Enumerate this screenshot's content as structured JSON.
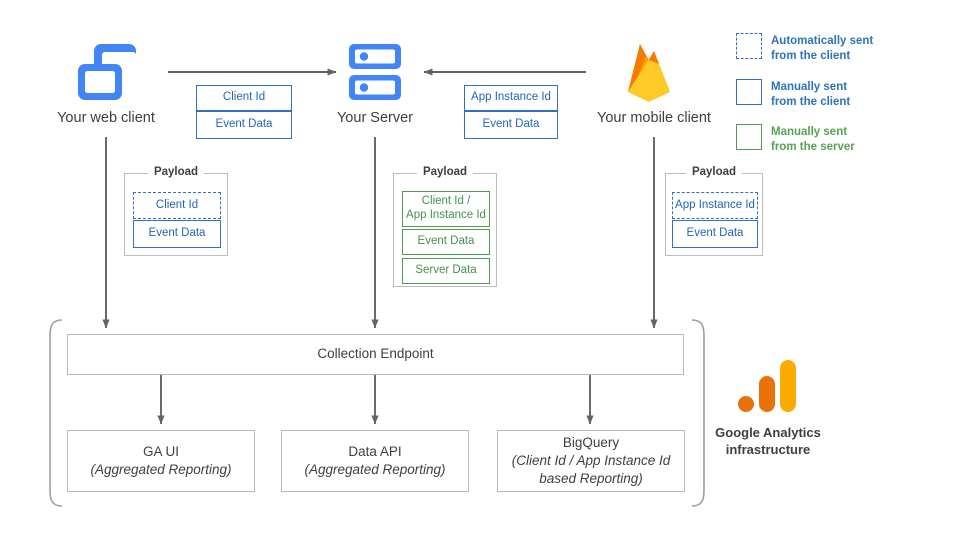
{
  "nodes": {
    "web_client": {
      "label": "Your web client",
      "icon": "web-client-icon"
    },
    "server": {
      "label": "Your Server",
      "icon": "server-icon"
    },
    "mobile_client": {
      "label": "Your mobile client",
      "icon": "firebase-icon"
    }
  },
  "transfers": {
    "web_to_server": {
      "chips": [
        "Client Id",
        "Event Data"
      ]
    },
    "mobile_to_server": {
      "chips": [
        "App Instance Id",
        "Event Data"
      ]
    }
  },
  "payloads": [
    {
      "title": "Payload",
      "items": [
        {
          "label": "Client Id",
          "style": "dashed-blue"
        },
        {
          "label": "Event Data",
          "style": "solid-blue"
        }
      ]
    },
    {
      "title": "Payload",
      "items": [
        {
          "label": "Client Id /\nApp Instance Id",
          "style": "solid-green"
        },
        {
          "label": "Event Data",
          "style": "solid-green"
        },
        {
          "label": "Server Data",
          "style": "solid-green"
        }
      ]
    },
    {
      "title": "Payload",
      "items": [
        {
          "label": "App Instance Id",
          "style": "dashed-blue"
        },
        {
          "label": "Event Data",
          "style": "solid-blue"
        }
      ]
    }
  ],
  "infrastructure": {
    "collection_endpoint": "Collection Endpoint",
    "outputs": [
      {
        "title": "GA UI",
        "subtitle": "(Aggregated Reporting)"
      },
      {
        "title": "Data API",
        "subtitle": "(Aggregated Reporting)"
      },
      {
        "title": "BigQuery",
        "subtitle": "(Client Id / App Instance Id\nbased Reporting)"
      }
    ],
    "caption_line1": "Google Analytics",
    "caption_line2": "infrastructure",
    "logo": "google-analytics-logo"
  },
  "legend": [
    {
      "style": "dashed-blue",
      "line1": "Automatically sent",
      "line2": "from the client",
      "color": "#2e73b8"
    },
    {
      "style": "solid-blue",
      "line1": "Manually sent",
      "line2": "from the client",
      "color": "#2e73b8"
    },
    {
      "style": "solid-green",
      "line1": "Manually sent",
      "line2": "from the server",
      "color": "#55a352"
    }
  ],
  "colors": {
    "blue": "#2f6fc4",
    "blue_text": "#2266bb",
    "green": "#4f9c4f",
    "green_text": "#46914a",
    "icon_blue": "#4285f4",
    "arrow_gray": "#5f6368",
    "box_gray": "#b9b9b9",
    "ga_orange": "#e8710a",
    "ga_yellow": "#f9ab00"
  }
}
